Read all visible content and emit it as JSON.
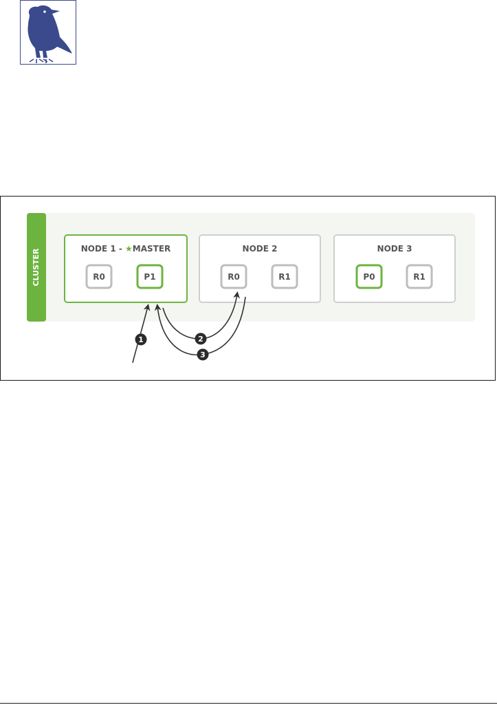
{
  "cluster": {
    "label": "CLUSTER"
  },
  "nodes": [
    {
      "title_prefix": "NODE 1 - ",
      "title_suffix": "MASTER",
      "is_master": true,
      "shards": [
        {
          "label": "R0",
          "primary": false
        },
        {
          "label": "P1",
          "primary": true
        }
      ]
    },
    {
      "title_prefix": "NODE 2",
      "title_suffix": "",
      "is_master": false,
      "shards": [
        {
          "label": "R0",
          "primary": false
        },
        {
          "label": "R1",
          "primary": false
        }
      ]
    },
    {
      "title_prefix": "NODE 3",
      "title_suffix": "",
      "is_master": false,
      "shards": [
        {
          "label": "P0",
          "primary": true
        },
        {
          "label": "R1",
          "primary": false
        }
      ]
    }
  ],
  "steps": [
    {
      "number": "1"
    },
    {
      "number": "2"
    },
    {
      "number": "3"
    }
  ],
  "colors": {
    "primary_green": "#6db33f",
    "replica_gray": "#bdbdbd",
    "cluster_bg": "#f4f6f2",
    "node_border_gray": "#cfcfcf",
    "text_dark": "#555555",
    "arrow": "#333333",
    "logo_bird": "#3a4a8c"
  }
}
